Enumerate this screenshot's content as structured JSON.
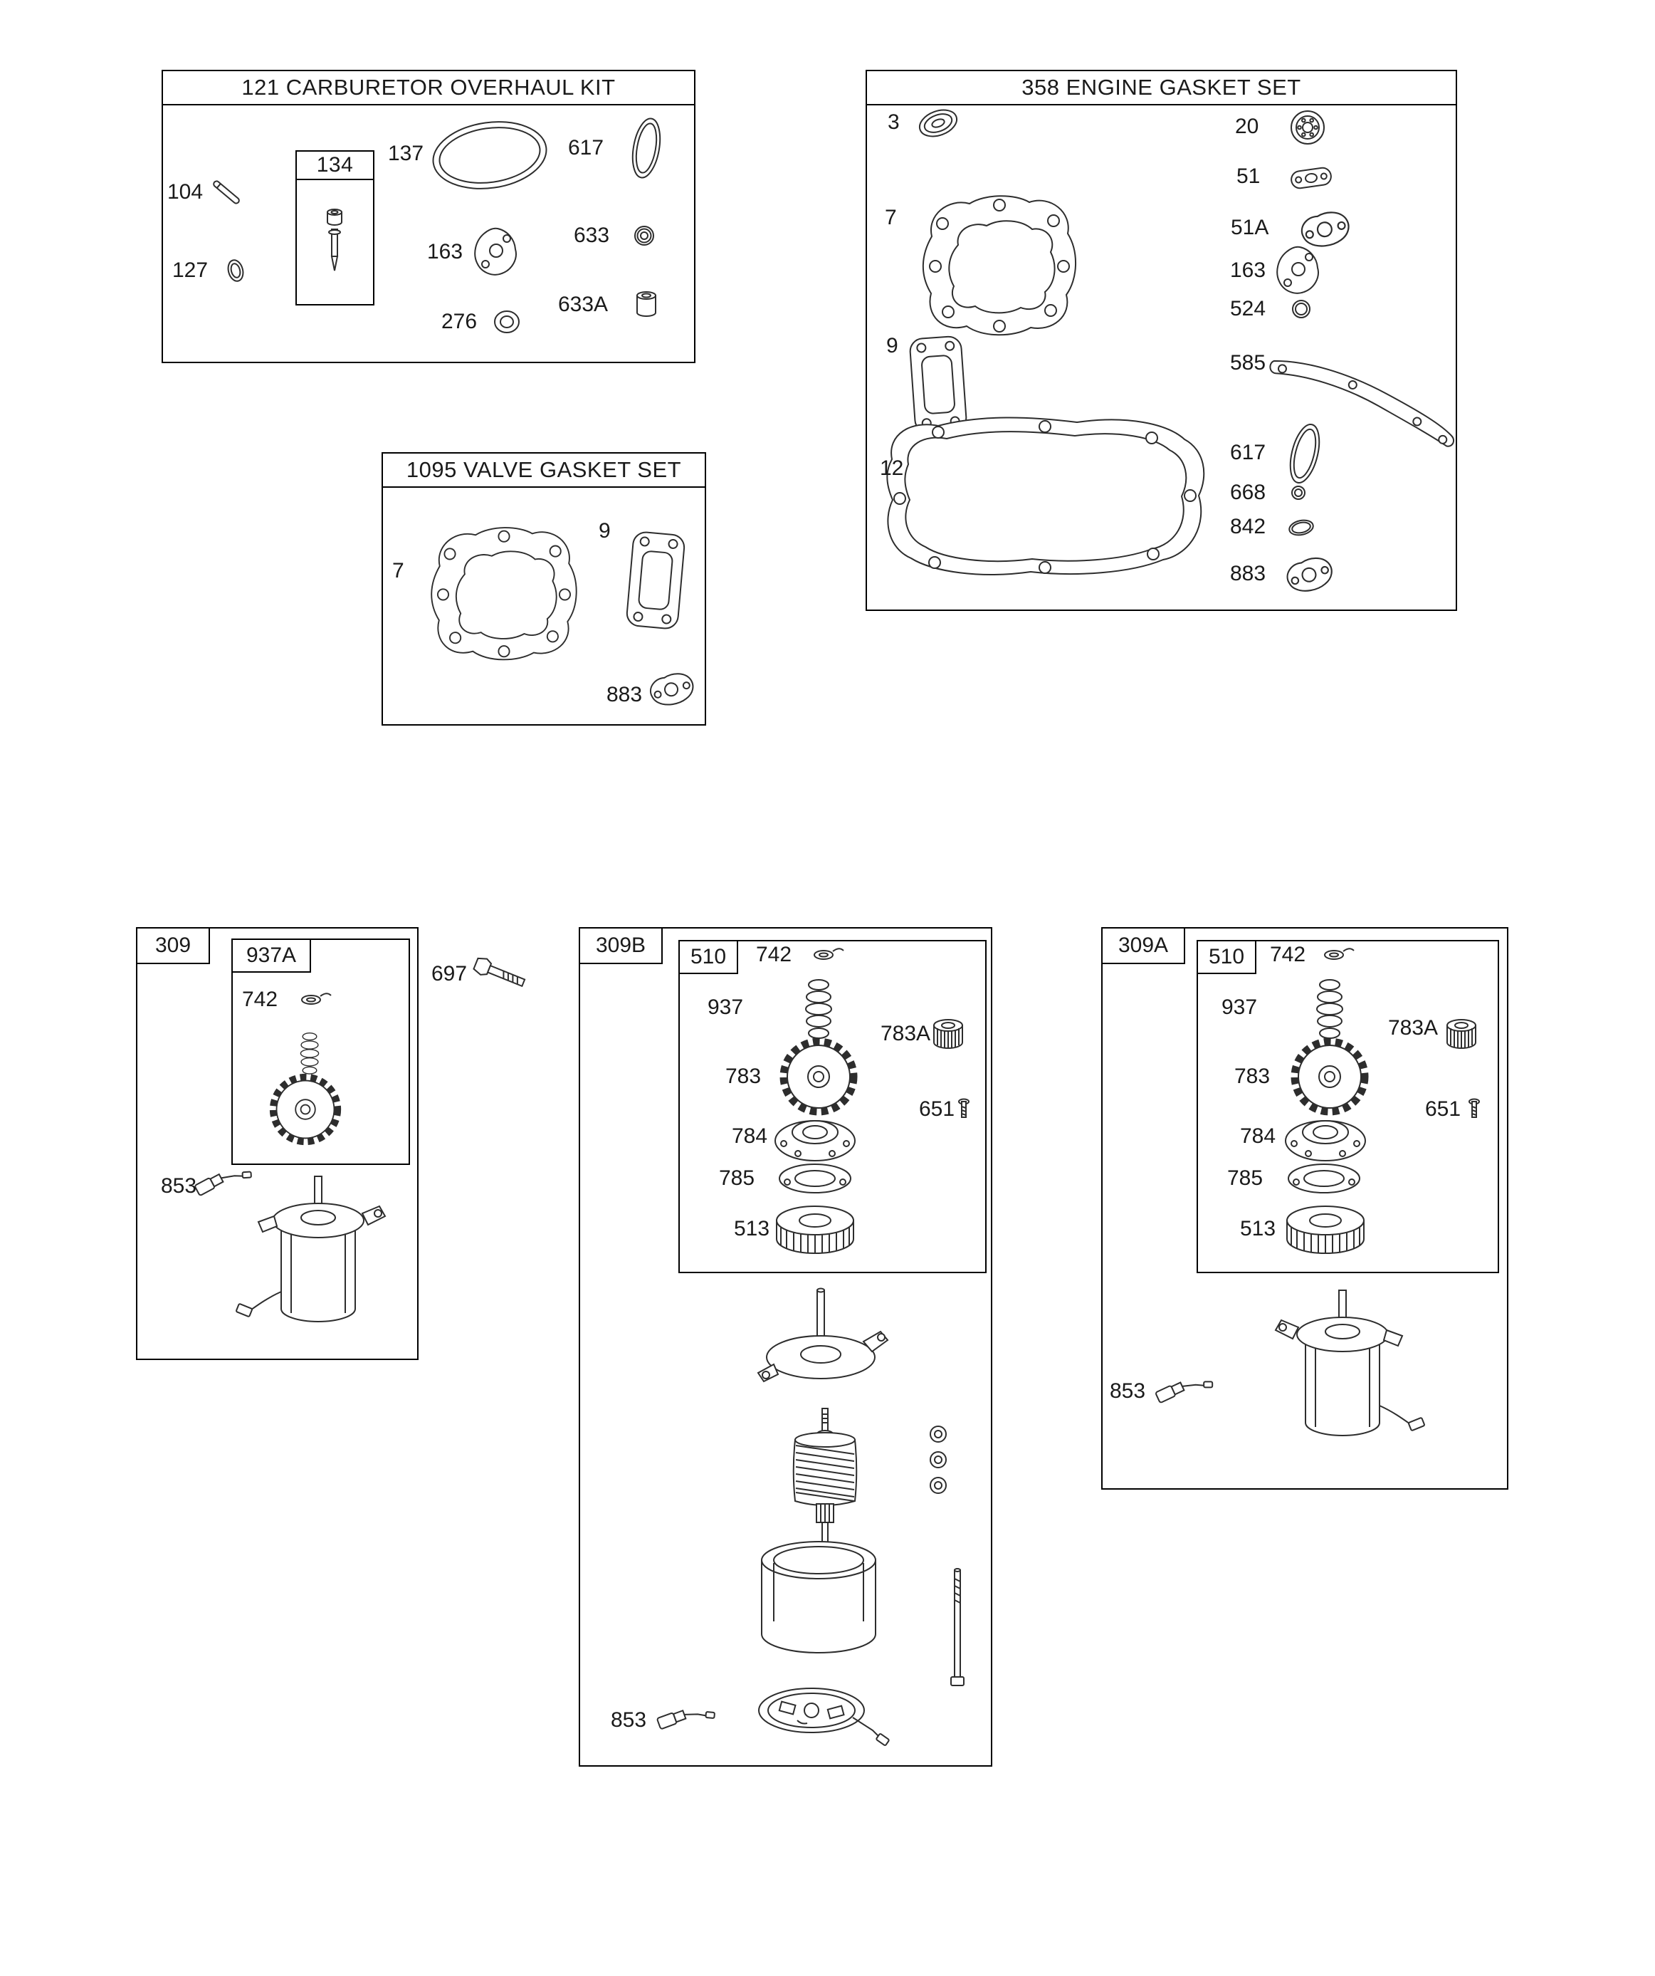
{
  "sections": {
    "carburetor_kit": {
      "title": "121 CARBURETOR OVERHAUL KIT",
      "inset_label": "134",
      "parts": {
        "p104": "104",
        "p127": "127",
        "p137": "137",
        "p163": "163",
        "p276": "276",
        "p617": "617",
        "p633": "633",
        "p633A": "633A"
      }
    },
    "engine_gasket_set": {
      "title": "358 ENGINE GASKET SET",
      "parts": {
        "p3": "3",
        "p20": "20",
        "p51": "51",
        "p51A": "51A",
        "p7": "7",
        "p163": "163",
        "p524": "524",
        "p9": "9",
        "p585": "585",
        "p617": "617",
        "p668": "668",
        "p842": "842",
        "p12": "12",
        "p883": "883"
      }
    },
    "valve_gasket_set": {
      "title": "1095 VALVE GASKET SET",
      "parts": {
        "p7": "7",
        "p9": "9",
        "p883": "883"
      }
    },
    "starter_309": {
      "label": "309",
      "inset_label": "937A",
      "parts": {
        "p742": "742",
        "p853": "853"
      }
    },
    "fastener_697": {
      "label": "697"
    },
    "starter_309B": {
      "label": "309B",
      "inset_label": "510",
      "parts": {
        "p742": "742",
        "p937": "937",
        "p783A": "783A",
        "p783": "783",
        "p651": "651",
        "p784": "784",
        "p785": "785",
        "p513": "513",
        "p853": "853"
      }
    },
    "starter_309A": {
      "label": "309A",
      "inset_label": "510",
      "parts": {
        "p742": "742",
        "p937": "937",
        "p783A": "783A",
        "p783": "783",
        "p651": "651",
        "p784": "784",
        "p785": "785",
        "p513": "513",
        "p853": "853"
      }
    }
  }
}
